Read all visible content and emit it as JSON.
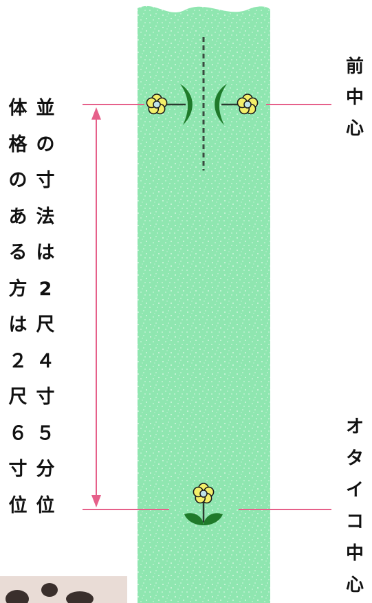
{
  "labels": {
    "left_col_1": [
      "体",
      "格",
      "の",
      "あ",
      "る",
      "方",
      "は",
      "２",
      "尺",
      "６",
      "寸",
      "位"
    ],
    "left_col_2": [
      "並",
      "の",
      "寸",
      "法",
      "は",
      "2",
      "尺",
      "４",
      "寸",
      "５",
      "分",
      "位"
    ],
    "right_top": [
      "前",
      "中",
      "心"
    ],
    "right_bottom": [
      "オ",
      "タ",
      "イ",
      "コ",
      "中",
      "心"
    ]
  },
  "colors": {
    "band": "#8fe6b0",
    "speckle": "#e9fbef",
    "guide_line": "#e6608a",
    "arrow": "#e6608a",
    "flower_petal": "#f3ef6a",
    "flower_center": "#bfe3e9",
    "leaf": "#1f7a2a",
    "stitch": "#3a4a3f"
  },
  "icons": [
    "flower-icon",
    "leaf-icon",
    "stitch-line",
    "arrow-up",
    "arrow-down"
  ]
}
